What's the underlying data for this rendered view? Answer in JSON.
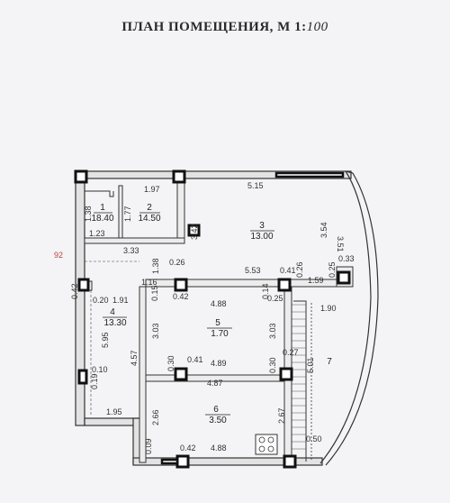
{
  "plan": {
    "title": "ПЛАН ПОМЕЩЕНИЯ, М 1:",
    "scale": "100",
    "margin_mark": "92"
  },
  "rooms": [
    {
      "num": "1",
      "area": "18.40"
    },
    {
      "num": "2",
      "area": "14.50"
    },
    {
      "num": "3",
      "area": "13.00"
    },
    {
      "num": "4",
      "area": "13.30"
    },
    {
      "num": "5",
      "area": "1.70"
    },
    {
      "num": "6",
      "area": "3.50"
    },
    {
      "num": "7",
      "area": ""
    }
  ],
  "dims": {
    "d197": "1.97",
    "d515": "5.15",
    "d138a": "1.38",
    "d177": "1.77",
    "d342": "3.42",
    "d354": "3.54",
    "d351": "3.51",
    "d123": "1.23",
    "d333": "3.33",
    "d138b": "1.38",
    "d026a": "0.26",
    "d553": "5.53",
    "d041a": "0.41",
    "d026b": "0.26",
    "d025a": "0.25",
    "d033": "0.33",
    "d042a": "0.42",
    "d016": "1.16",
    "d015": "0.15",
    "d042b": "0.42",
    "d488a": "4.88",
    "d014": "0.14",
    "d025b": "0.25",
    "d159": "1.59",
    "d190": "1.90",
    "d020": "0.20",
    "d191": "1.91",
    "d595": "5.95",
    "d457": "4.57",
    "d303a": "3.03",
    "d303b": "3.03",
    "d030a": "0.30",
    "d041b": "0.41",
    "d489": "4.89",
    "d030b": "0.30",
    "d027": "0.27",
    "d501": "5.01",
    "d010": "0.10",
    "d019": "0.19",
    "d487": "4.87",
    "d195": "1.95",
    "d266": "2.66",
    "d267": "2.67",
    "d009": "0.09",
    "d042c": "0.42",
    "d488b": "4.88",
    "d050": "0.50"
  }
}
